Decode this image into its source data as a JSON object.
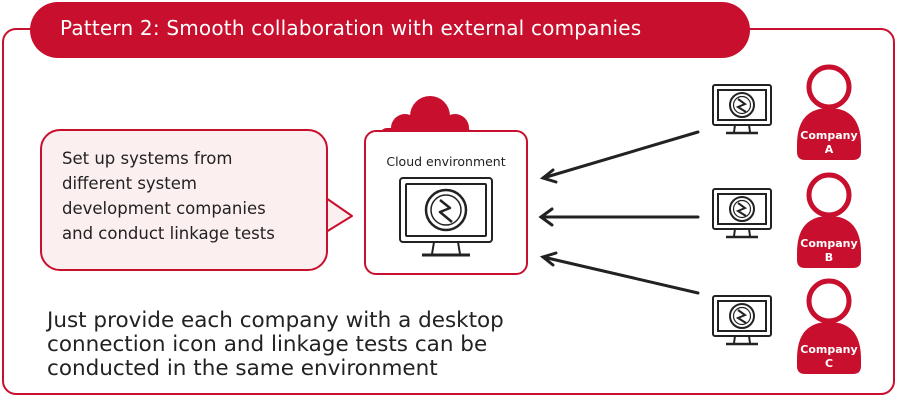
{
  "banner": {
    "title": "Pattern 2: Smooth collaboration with external companies"
  },
  "callout": {
    "lines": [
      "Set up systems from",
      "different system",
      "development companies",
      "and conduct linkage tests"
    ]
  },
  "cloud": {
    "label": "Cloud environment",
    "icon": "cloud-icon"
  },
  "summary": {
    "lines": [
      "Just provide each company with a desktop",
      "connection icon and linkage tests can be",
      "conducted in the same environment"
    ]
  },
  "companies": [
    {
      "label_line1": "Company",
      "label_line2": "A"
    },
    {
      "label_line1": "Company",
      "label_line2": "B"
    },
    {
      "label_line1": "Company",
      "label_line2": "C"
    }
  ],
  "colors": {
    "accent": "#c8102e",
    "bubble_fill": "#fcefef",
    "ink": "#222222"
  }
}
